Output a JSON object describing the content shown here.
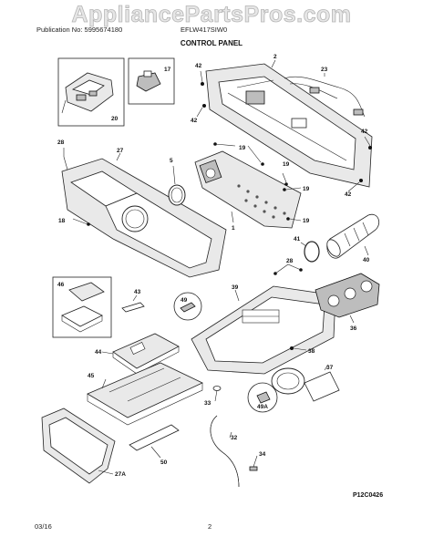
{
  "watermark": "AppliancePartsPros.com",
  "header": {
    "publication": "Publication No: 5995674180",
    "model": "EFLW417SIW0"
  },
  "title": "CONTROL PANEL",
  "footer": {
    "date": "03/16",
    "page": "2"
  },
  "diagram_ref": "P12C0426",
  "callouts": {
    "c2": "2",
    "c23": "23",
    "c42a": "42",
    "c42b": "42",
    "c42c": "42",
    "c42d": "42",
    "c20": "20",
    "c17": "17",
    "c28": "28",
    "c27": "27",
    "c5": "5",
    "c19a": "19",
    "c19b": "19",
    "c19c": "19",
    "c19d": "19",
    "c1": "1",
    "c18": "18",
    "c41": "41",
    "c40": "40",
    "c46": "46",
    "c43": "43",
    "c49": "49",
    "c39": "39",
    "c28b": "28",
    "c36": "36",
    "c44": "44",
    "c38": "38",
    "c37": "37",
    "c45": "45",
    "c33": "33",
    "c49a": "49A",
    "c32": "32",
    "c50": "50",
    "c34": "34",
    "c27a": "27A"
  }
}
